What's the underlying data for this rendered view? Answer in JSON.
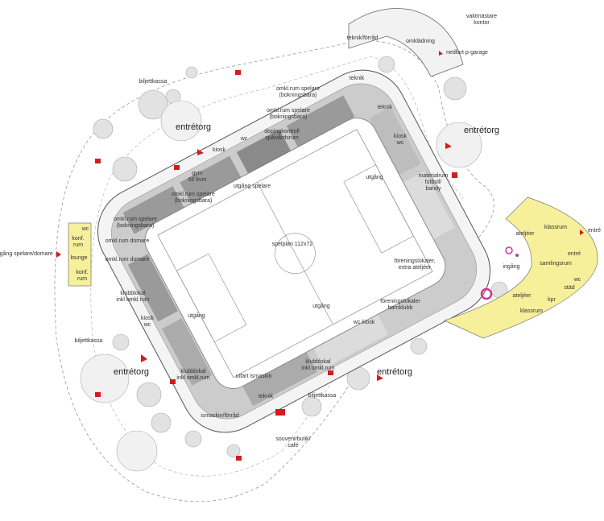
{
  "colors": {
    "accent": "#d71920",
    "yellow": "#f6f09a",
    "magenta": "#d4348f",
    "darkgray": "#8e8e8e",
    "midgray": "#b4b4b4",
    "lightgray": "#dcdcdc"
  },
  "labels": [
    {
      "id": "vaktmastare",
      "text": "vaktmästare\nkontor"
    },
    {
      "id": "teknik-forrad",
      "text": "teknik/förråd"
    },
    {
      "id": "omkladning",
      "text": "omklädning"
    },
    {
      "id": "nedfart",
      "text": "nedfart p-garage"
    },
    {
      "id": "biljettkassa-top",
      "text": "biljettkassa"
    },
    {
      "id": "omkl-1",
      "text": "omkl.rum spelare\n(bokningsbara)"
    },
    {
      "id": "teknik-1",
      "text": "teknik"
    },
    {
      "id": "teknik-2",
      "text": "teknik"
    },
    {
      "id": "entretorg-nw",
      "text": "entrétorg"
    },
    {
      "id": "omkl-2",
      "text": "omkl.rum spelare\n(bokningsbara)"
    },
    {
      "id": "doping",
      "text": "dopingkontroll\nsjukvårdsrum"
    },
    {
      "id": "wc-n",
      "text": "wc"
    },
    {
      "id": "kiosk-n",
      "text": "kiosk"
    },
    {
      "id": "kiosk-wc-ne",
      "text": "kiosk\nwc"
    },
    {
      "id": "entretorg-ne",
      "text": "entrétorg"
    },
    {
      "id": "gym",
      "text": "gym\n60 kvm"
    },
    {
      "id": "utgang-spelare",
      "text": "utgång spelare"
    },
    {
      "id": "utgang-ne",
      "text": "utgång"
    },
    {
      "id": "materialrum",
      "text": "materialrum\nfotboll/\nbandy"
    },
    {
      "id": "omkl-3",
      "text": "omkl.rum spelare\n(bokningsbara)"
    },
    {
      "id": "omkl-4",
      "text": "omkl.rum spelare\n(bokningsbara)"
    },
    {
      "id": "domare-1",
      "text": "omkl.rum domare"
    },
    {
      "id": "domare-2",
      "text": "omkl.rum domare"
    },
    {
      "id": "spelplan",
      "text": "spelplan 112x72"
    },
    {
      "id": "ingang-spelare",
      "text": "ingång spelare/domare"
    },
    {
      "id": "wc-y",
      "text": "wc"
    },
    {
      "id": "konf-1",
      "text": "konf.\nrum"
    },
    {
      "id": "lounge",
      "text": "lounge"
    },
    {
      "id": "konf-2",
      "text": "konf.\nrum"
    },
    {
      "id": "klubblokal-w",
      "text": "klubblokal\ninkl omkl.rum"
    },
    {
      "id": "utgang-w",
      "text": "utgång"
    },
    {
      "id": "kiosk-wc-w",
      "text": "kiosk\nwc"
    },
    {
      "id": "biljettkassa-w",
      "text": "biljettkassa"
    },
    {
      "id": "entretorg-sw",
      "text": "entrétorg"
    },
    {
      "id": "klubblokal-sw",
      "text": "klubblokal\ninkl omkl.rum"
    },
    {
      "id": "utfart",
      "text": "utfart ismaskin"
    },
    {
      "id": "teknik-s",
      "text": "teknik"
    },
    {
      "id": "ismaskin",
      "text": "ismaskin/förråd"
    },
    {
      "id": "klubblokal-s",
      "text": "klubblokal\ninkl omkl.rum"
    },
    {
      "id": "biljettkassa-s",
      "text": "biljettkassa"
    },
    {
      "id": "entretorg-se",
      "text": "entrétorg"
    },
    {
      "id": "souvenir",
      "text": "souvenirbutik/\ncafé"
    },
    {
      "id": "forening-1",
      "text": "föreningslokaler,\nextra ateljéer"
    },
    {
      "id": "forening-2",
      "text": "föreningslokaler\nbarnklubb"
    },
    {
      "id": "wc-kiosk-se",
      "text": "wc  kiosk"
    },
    {
      "id": "utgang-se",
      "text": "utgång"
    },
    {
      "id": "ateljeer-1",
      "text": "ateljéer"
    },
    {
      "id": "klassrum-1",
      "text": "klassrum"
    },
    {
      "id": "entre-y",
      "text": "entré"
    },
    {
      "id": "samlingsrum",
      "text": "samlingsrum"
    },
    {
      "id": "ingang",
      "text": "ingång"
    },
    {
      "id": "wc-y2",
      "text": "wc"
    },
    {
      "id": "stad",
      "text": "städ"
    },
    {
      "id": "ateljeer-2",
      "text": "ateljéer"
    },
    {
      "id": "kpr",
      "text": "kpr"
    },
    {
      "id": "klassrum-2",
      "text": "klassrum"
    },
    {
      "id": "entre-out",
      "text": "entré"
    }
  ]
}
